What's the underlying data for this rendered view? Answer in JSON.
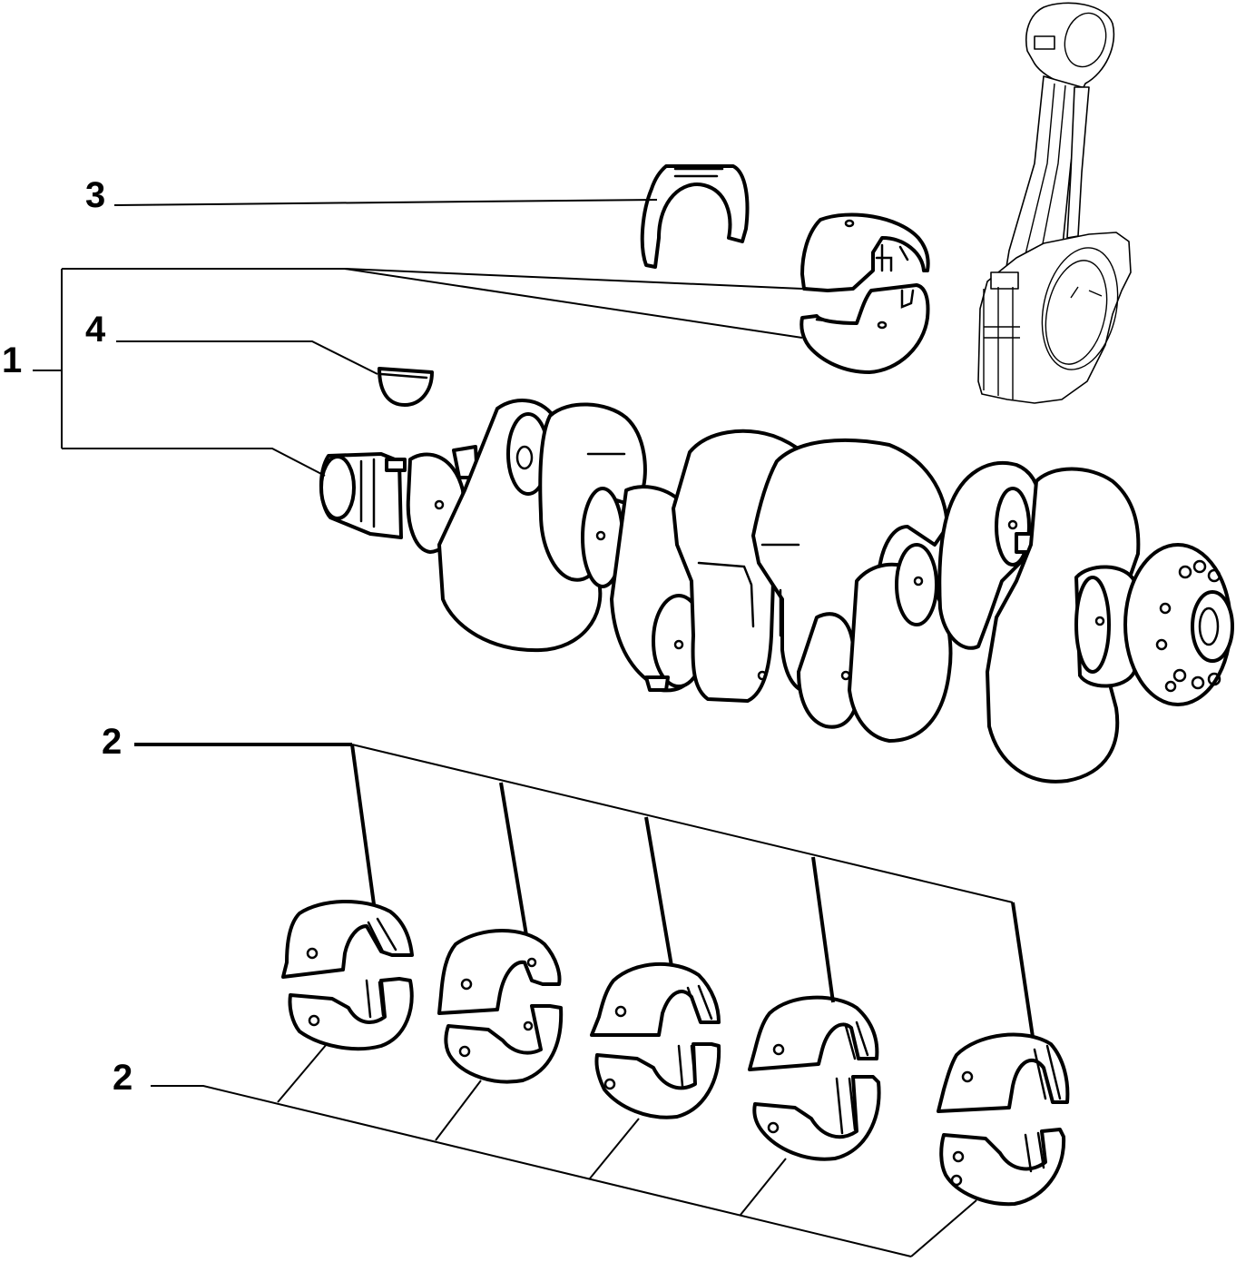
{
  "callouts": {
    "c1": "1",
    "c2_top": "2",
    "c2_bottom": "2",
    "c3": "3",
    "c4": "4"
  }
}
